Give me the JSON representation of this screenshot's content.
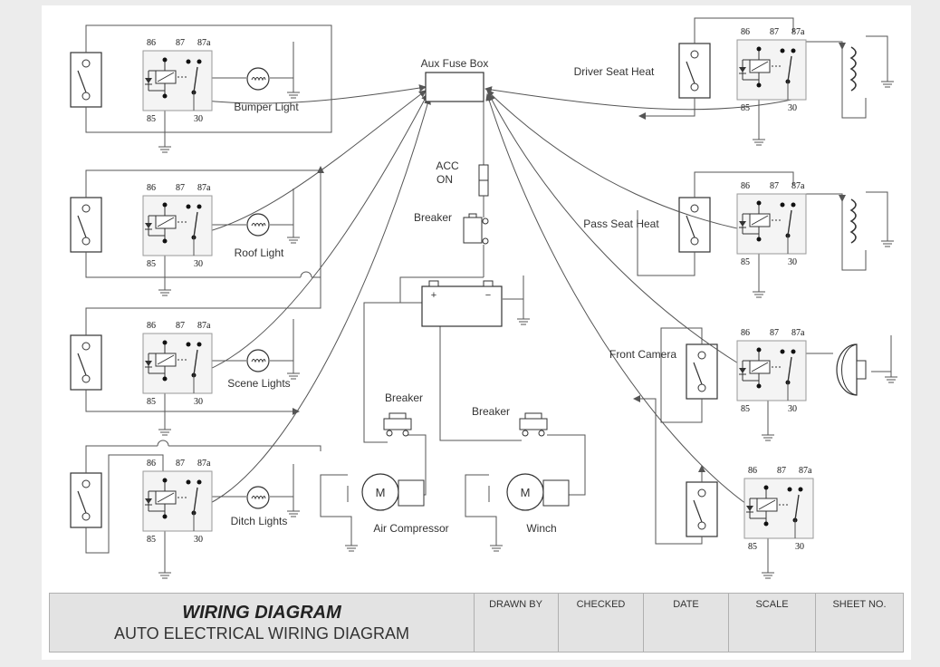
{
  "components": {
    "aux_fuse_box": "Aux Fuse Box",
    "acc_line1": "ACC",
    "acc_line2": "ON",
    "breaker_main": "Breaker",
    "breaker_left": "Breaker",
    "breaker_right": "Breaker",
    "battery_plus": "+",
    "battery_minus": "−",
    "motor_symbol": "M",
    "air_compressor": "Air Compressor",
    "winch": "Winch",
    "bumper_light": "Bumper Light",
    "roof_light": "Roof Light",
    "scene_lights": "Scene Lights",
    "ditch_lights": "Ditch Lights",
    "driver_seat_heat": "Driver Seat Heat",
    "pass_seat_heat": "Pass Seat Heat",
    "front_camera": "Front Camera"
  },
  "relay_pins": {
    "p86": "86",
    "p87": "87",
    "p87a": "87a",
    "p85": "85",
    "p30": "30"
  },
  "title_block": {
    "title": "WIRING DIAGRAM",
    "subtitle": "AUTO ELECTRICAL WIRING DIAGRAM",
    "drawn_by": "DRAWN BY",
    "checked": "CHECKED",
    "date": "DATE",
    "scale": "SCALE",
    "sheet_no": "SHEET NO."
  },
  "colors": {
    "line": "#555555",
    "relay_stroke": "#999999",
    "relay_fill": "#f4f4f4",
    "title_bg": "#e3e3e3"
  }
}
